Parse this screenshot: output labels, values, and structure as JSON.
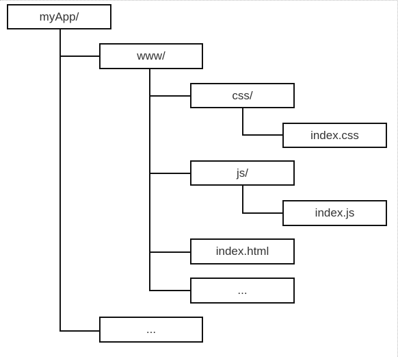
{
  "tree": {
    "root": "myApp/",
    "www": "www/",
    "css": "css/",
    "index_css": "index.css",
    "js": "js/",
    "index_js": "index.js",
    "index_html": "index.html",
    "www_more": "...",
    "root_more": "..."
  },
  "colors": {
    "line": "#111111",
    "text": "#333333",
    "frame": "#b9b9b9"
  }
}
